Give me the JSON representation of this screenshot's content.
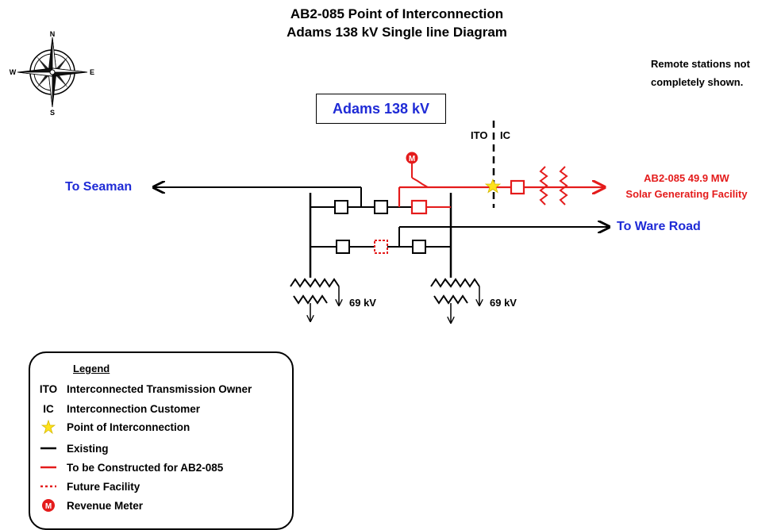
{
  "title": {
    "line1": "AB2-085 Point of Interconnection",
    "line2": "Adams 138 kV Single line Diagram"
  },
  "note": {
    "line1": "Remote stations not",
    "line2": "completely shown."
  },
  "compass": {
    "north": "N",
    "south": "S",
    "east": "E",
    "west": "W"
  },
  "station": {
    "name": "Adams 138 kV"
  },
  "boundary": {
    "ito": "ITO",
    "ic": "IC"
  },
  "meter_symbol": "M",
  "lines": {
    "seaman": "To Seaman",
    "ware_road": "To Ware Road"
  },
  "facility": {
    "line1": "AB2-085  49.9 MW",
    "line2": "Solar Generating Facility"
  },
  "transformers": {
    "left_kv": "69 kV",
    "right_kv": "69 kV"
  },
  "legend": {
    "title": "Legend",
    "items": [
      {
        "key": "ITO",
        "label": "Interconnected Transmission Owner"
      },
      {
        "key": "IC",
        "label": "Interconnection Customer"
      },
      {
        "key": "star-icon",
        "label": "Point of Interconnection"
      },
      {
        "key": "black-line",
        "label": "Existing"
      },
      {
        "key": "red-line",
        "label": "To be Constructed for AB2-085"
      },
      {
        "key": "red-dotted-line",
        "label": "Future Facility"
      },
      {
        "key": "meter-icon",
        "label": "Revenue Meter"
      }
    ]
  },
  "colors": {
    "existing": "#000000",
    "new_construction": "#e41b1b",
    "labels_blue": "#1f2bd6",
    "star": "#ffe21a"
  }
}
